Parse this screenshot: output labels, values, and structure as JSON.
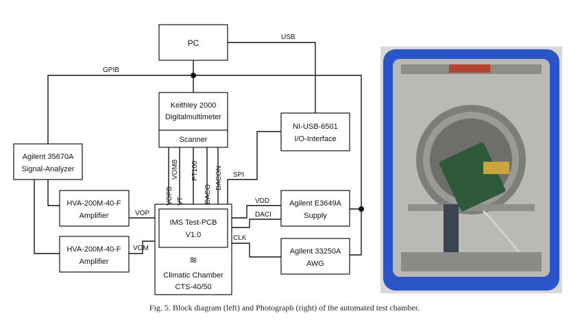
{
  "diagram": {
    "blocks": {
      "pc": "PC",
      "keithley_l1": "Keithley 2000",
      "keithley_l2": "Digitalmultimeter",
      "scanner": "Scanner",
      "ni_l1": "NI-USB-6501",
      "ni_l2": "I/O-Interface",
      "agilent_sa_l1": "Agilent 35670A",
      "agilent_sa_l2": "Signal-Analyzer",
      "hva1_l1": "HVA-200M-40-F",
      "hva1_l2": "Amplifier",
      "hva2_l1": "HVA-200M-40-F",
      "hva2_l2": "Amplifier",
      "ims_l1": "IMS Test-PCB",
      "ims_l2": "V1.0",
      "climatic_l1": "Climatic Chamber",
      "climatic_l2": "CTS-40/50",
      "supply_l1": "Agilent E3649A",
      "supply_l2": "Supply",
      "awg_l1": "Agilent 33250A",
      "awg_l2": "AWG"
    },
    "signals": {
      "usb": "USB",
      "gpib": "GPIB",
      "spi": "SPI",
      "vdd": "VDD",
      "daci": "DACI",
      "clk": "CLK",
      "vop": "VOP",
      "vom": "VOM",
      "vopb": "VOPB",
      "vt": "VT",
      "vomb": "VOMB",
      "pt100": "PT100",
      "daco": "DACO",
      "dacon": "DACON"
    },
    "heat_symbol": "≋"
  },
  "photo": {
    "frame_color": "#2a55c8",
    "interior_color": "#b9b9b5",
    "pcb_color": "#2f5a3a"
  },
  "caption": "Fig. 5.   Block diagram (left) and Photograph (right) of the automated test chamber."
}
